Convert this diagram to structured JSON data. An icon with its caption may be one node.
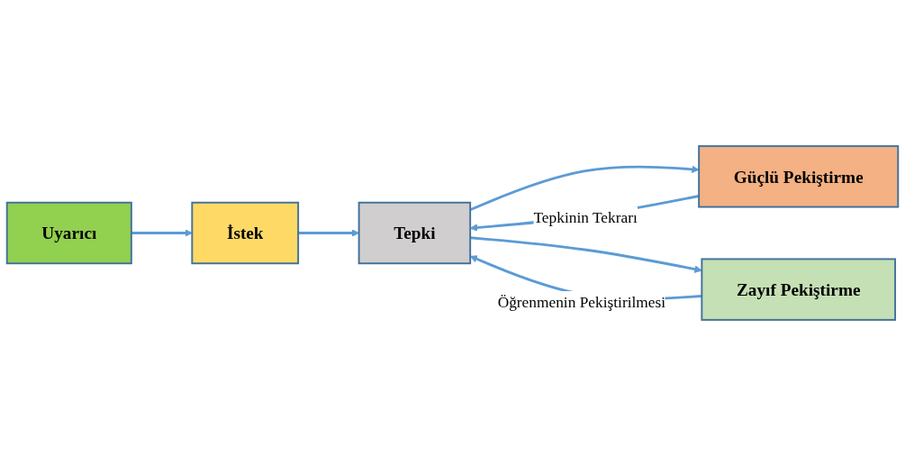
{
  "diagram": {
    "nodes": [
      {
        "text": [
          "Uyarıcı"
        ]
      },
      {
        "text": [
          "İstek"
        ]
      },
      {
        "text": [
          "Tepki"
        ]
      },
      {
        "text": [
          "Güçlü Pekiştirme"
        ]
      },
      {
        "text": [
          "Zayıf Pekiştirme"
        ]
      }
    ],
    "edges": [
      {
        "from": 0,
        "to": 1,
        "arrow": "to"
      },
      {
        "from": 1,
        "to": 2,
        "arrow": "to"
      },
      {
        "from": 2,
        "to": 3,
        "arrow": "to"
      },
      {
        "from": 2,
        "to": 4,
        "arrow": "to"
      },
      {
        "from": 3,
        "to": 2,
        "arrow": "to",
        "label": "Tepkinin Tekrarı"
      },
      {
        "from": 4,
        "to": 2,
        "arrow": "to",
        "label": "Öğrenmenin Pekiştirilmesi"
      }
    ]
  }
}
